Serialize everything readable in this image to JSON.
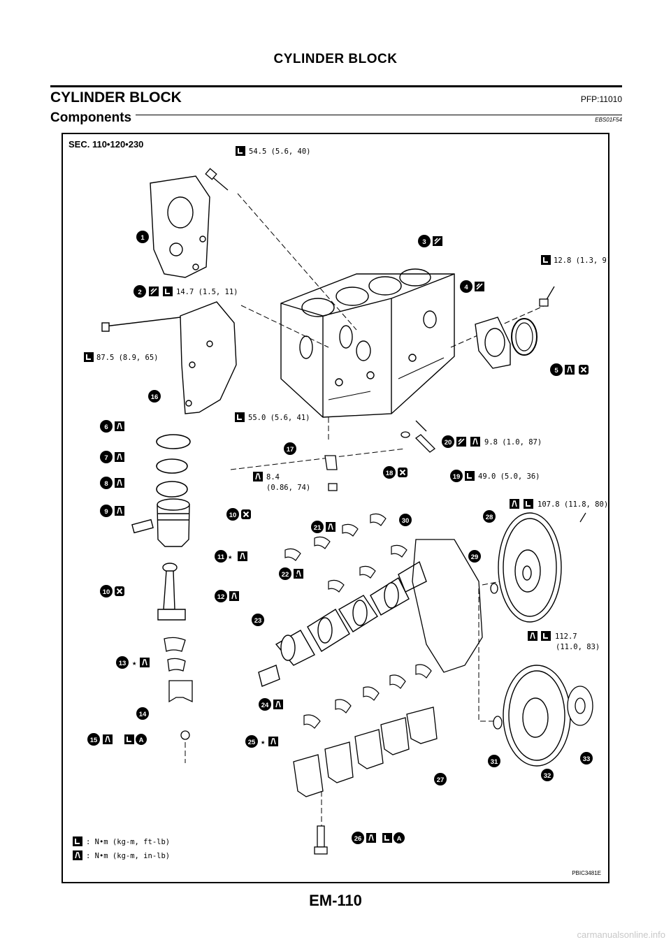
{
  "header": {
    "title": "CYLINDER BLOCK"
  },
  "section": {
    "title": "CYLINDER BLOCK",
    "pfp": "PFP:11010"
  },
  "subsection": {
    "title": "Components",
    "code": "EBS01F54"
  },
  "figure": {
    "sec_label": "SEC. 110•120•230",
    "code": "PBIC3481E",
    "torques": {
      "t1": "54.5 (5.6, 40)",
      "t2": "14.7 (1.5, 11)",
      "t3": "12.8 (1.3, 9)",
      "t4": "87.5 (8.9, 65)",
      "t5": "55.0 (5.6, 41)",
      "t6": "9.8 (1.0, 87)",
      "t7a": "8.4",
      "t7b": "(0.86, 74)",
      "t8": "49.0 (5.0, 36)",
      "t9": "107.8 (11.8, 80)",
      "t10a": "112.7",
      "t10b": "(11.0, 83)"
    },
    "legend": {
      "l1": ": N•m (kg-m, ft-lb)",
      "l2": ": N•m (kg-m, in-lb)"
    },
    "circle_a": "A",
    "star": "★",
    "callouts": [
      "1",
      "2",
      "3",
      "4",
      "5",
      "6",
      "7",
      "8",
      "9",
      "10",
      "10",
      "11",
      "12",
      "13",
      "14",
      "15",
      "16",
      "17",
      "18",
      "19",
      "20",
      "21",
      "22",
      "23",
      "24",
      "25",
      "26",
      "27",
      "28",
      "29",
      "30",
      "31",
      "32",
      "33"
    ]
  },
  "footer": {
    "page": "EM-110"
  },
  "watermark": "carmanualsonline.info"
}
